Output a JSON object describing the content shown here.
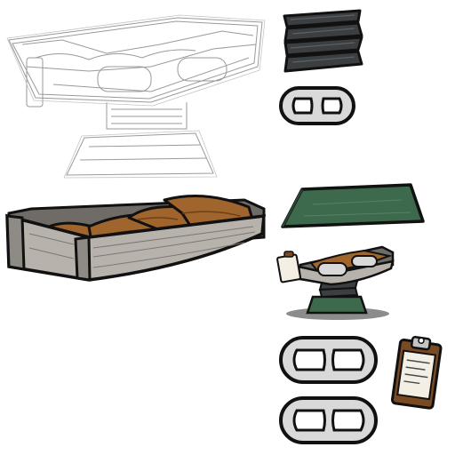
{
  "sheet": {
    "background": "#ffffff",
    "sprites": [
      {
        "id": "bed-sketch-outline",
        "kind": "line-art sketch of bed assembly"
      },
      {
        "id": "bellows",
        "kind": "accordion spring"
      },
      {
        "id": "handle-small",
        "kind": "rounded handle"
      },
      {
        "id": "bed-frame",
        "kind": "bed frame with padded cushions"
      },
      {
        "id": "base-plate",
        "kind": "green base plate"
      },
      {
        "id": "bed-assembled",
        "kind": "assembled bed icon"
      },
      {
        "id": "handle-large-1",
        "kind": "rounded handle"
      },
      {
        "id": "clipboard",
        "kind": "clipboard with paper"
      },
      {
        "id": "handle-large-2",
        "kind": "rounded handle"
      }
    ]
  },
  "colors": {
    "outline": "#1a1a1a",
    "cushion": "#a0642d",
    "cushion_dark": "#6e4016",
    "frame_gray": "#b7b2ab",
    "frame_dark": "#6f6b66",
    "bellows": "#3b3f42",
    "green": "#3d6a4c",
    "green_dark": "#2a4a36",
    "metal": "#d9d9d9",
    "paper": "#f3efe4",
    "clip_brown": "#7a4a22"
  }
}
